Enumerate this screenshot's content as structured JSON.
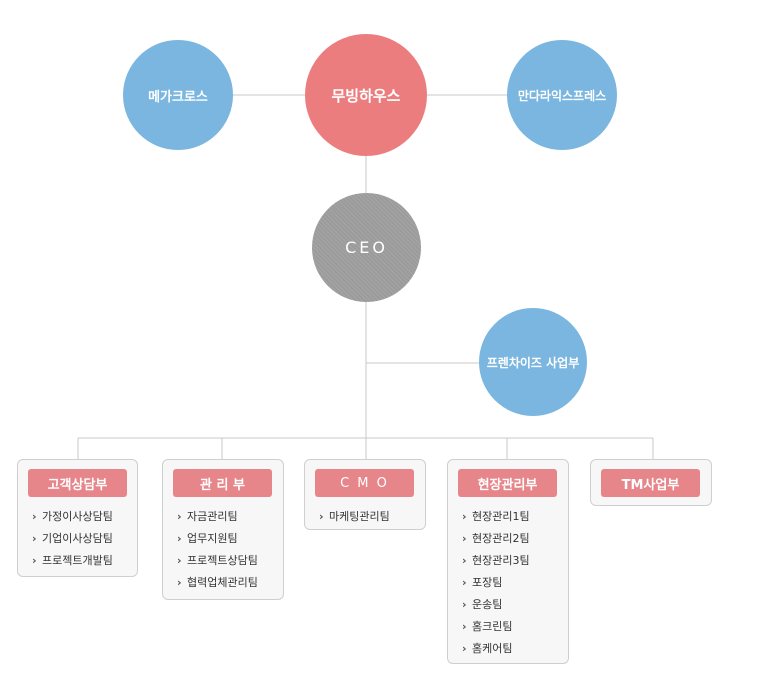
{
  "top": {
    "left": "메가크로스",
    "center": "무빙하우스",
    "right": "만다라익스프레스"
  },
  "ceo": "CEO",
  "franchise": "프렌차이즈 사업부",
  "departments": [
    {
      "title": "고객상담부",
      "teams": [
        "가정이사상담팀",
        "기업이사상담팀",
        "프로젝트개발팀"
      ]
    },
    {
      "title": "관 리 부",
      "teams": [
        "자금관리팀",
        "업무지원팀",
        "프로젝트상담팀",
        "협력업체관리팀"
      ]
    },
    {
      "title": "C M O",
      "teams": [
        "마케팅관리팀"
      ]
    },
    {
      "title": "현장관리부",
      "teams": [
        "현장관리1팀",
        "현장관리2팀",
        "현장관리3팀",
        "포장팀",
        "운송팀",
        "홈크린팀",
        "홈케어팀"
      ]
    },
    {
      "title": "TM사업부",
      "teams": []
    }
  ],
  "colors": {
    "circle_blue": "#7ab6e0",
    "circle_pink": "#ec7d7f",
    "ceo_gray": "#9b9b9b",
    "dept_header": "#e7868a",
    "connector": "#c8c8c8"
  },
  "icons": {
    "team_bullet": "chevron-right-icon"
  }
}
